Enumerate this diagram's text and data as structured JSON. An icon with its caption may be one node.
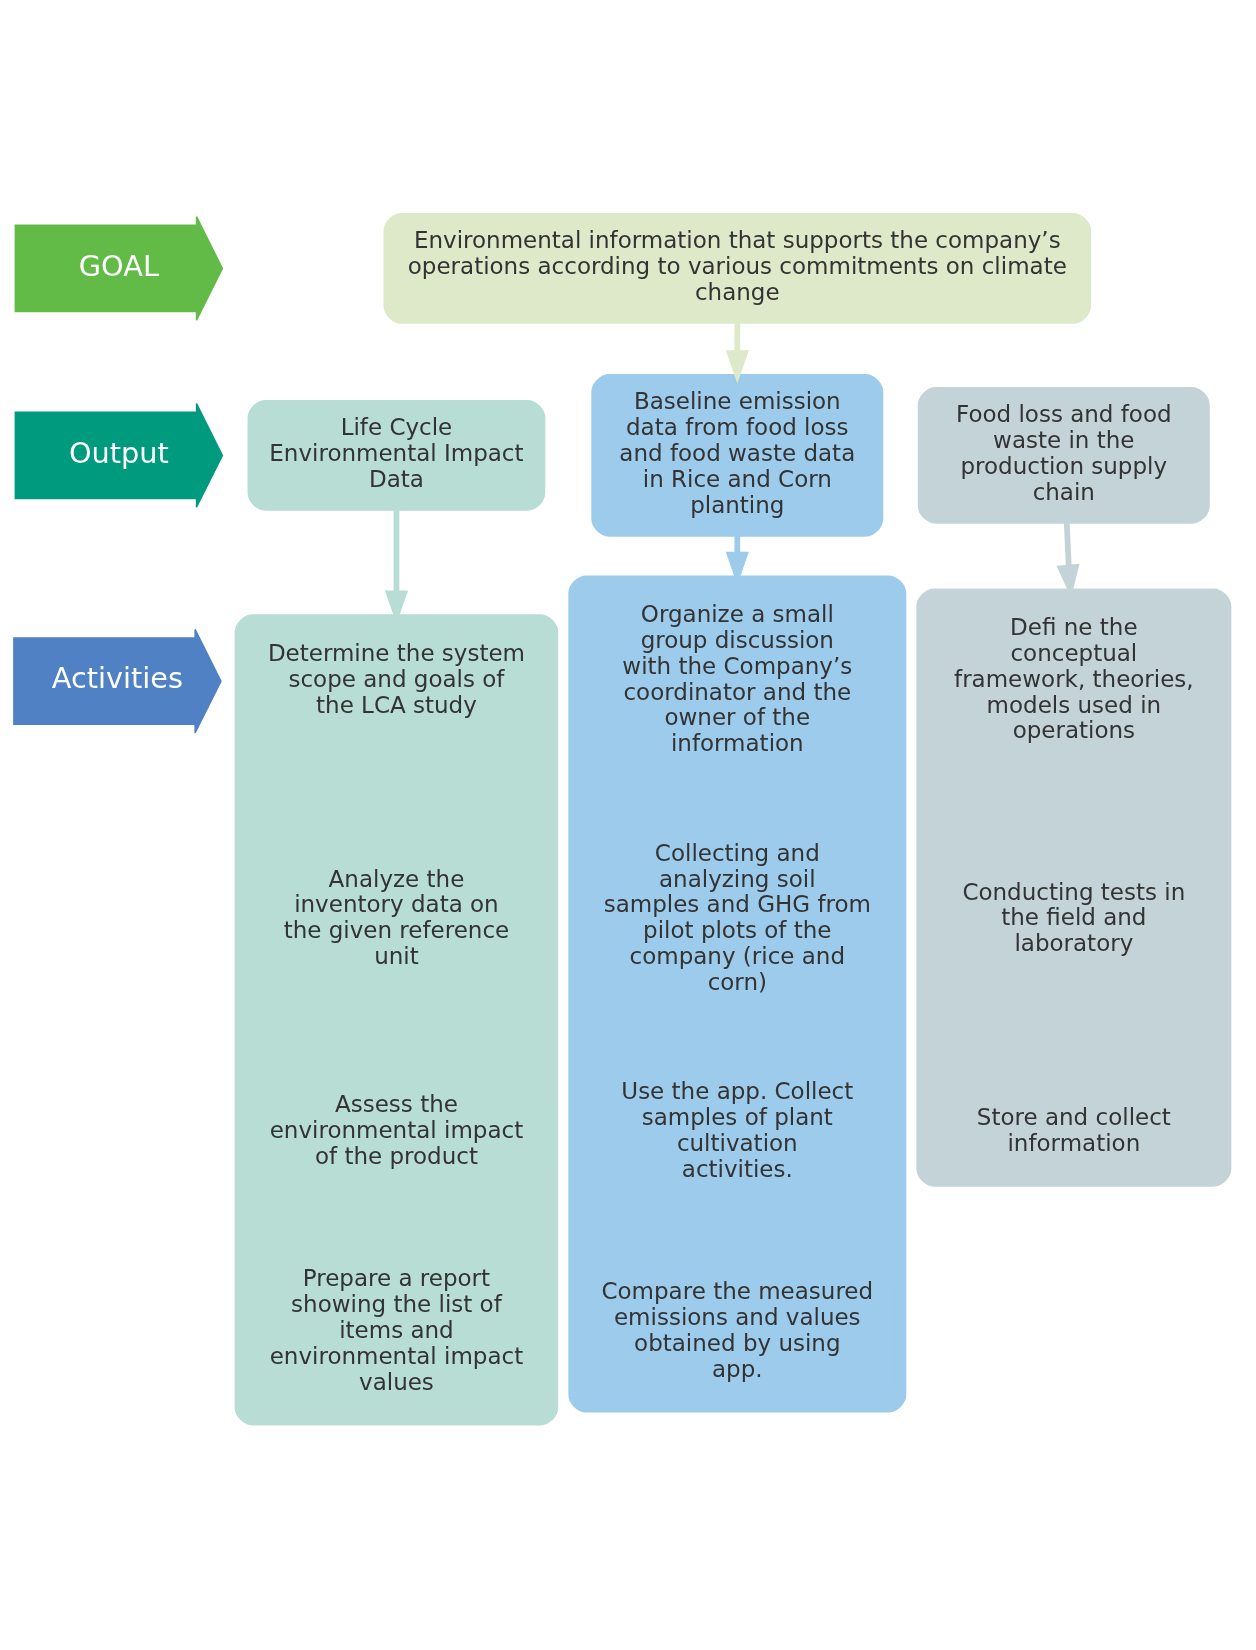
{
  "diagram": {
    "nodes": [
      {
        "text": [
          "GOAL"
        ]
      },
      {
        "text": [
          "Environmental information that supports the company’s operations according to various commitments on climate change"
        ]
      },
      {
        "text": [
          "Output"
        ]
      },
      {
        "text": [
          "Life Cycle Environmental Impact Data"
        ]
      },
      {
        "text": [
          "Baseline emission data from food loss and food waste data in Rice and Corn planting"
        ]
      },
      {
        "text": [
          "Food loss and food waste in the production supply chain"
        ]
      },
      {
        "text": [
          "Activities"
        ]
      },
      {
        "text": [],
        "shape": "box"
      },
      {
        "text": [
          "Determine the system scope and goals of the LCA study"
        ],
        "in": 7
      },
      {
        "text": [
          "Analyze the inventory data on the given reference unit"
        ],
        "in": 7
      },
      {
        "text": [
          "Assess the environmental impact of the product"
        ],
        "in": 7
      },
      {
        "text": [
          "Prepare a report showing the list of items and environmental impact values"
        ],
        "in": 7
      },
      {
        "text": [],
        "shape": "box"
      },
      {
        "text": [
          "Organize a small group discussion with the Company’s coordinator and the owner of the information"
        ],
        "in": 12
      },
      {
        "text": [
          "Collecting and analyzing soil samples and GHG from pilot plots of the company (rice and corn)"
        ],
        "in": 12
      },
      {
        "text": [
          "Use the app. Collect samples of plant cultivation activities."
        ],
        "in": 12
      },
      {
        "text": [
          "Compare the measured emissions and values obtained by using app."
        ],
        "in": 12
      },
      {
        "text": [],
        "shape": "box"
      },
      {
        "text": [
          "Defi ne the conceptual framework, theories, models used in operations"
        ],
        "in": 17
      },
      {
        "text": [
          "Conducting tests in the field and laboratory"
        ],
        "in": 17
      },
      {
        "text": [
          "Store and collect information"
        ],
        "in": 17
      }
    ],
    "edges": [
      {
        "from": 1,
        "to": 4,
        "arrow": "to"
      },
      {
        "from": 3,
        "to": 7,
        "arrow": "to"
      },
      {
        "from": 4,
        "to": 12,
        "arrow": "to"
      },
      {
        "from": 5,
        "to": 17,
        "arrow": "to"
      }
    ]
  }
}
